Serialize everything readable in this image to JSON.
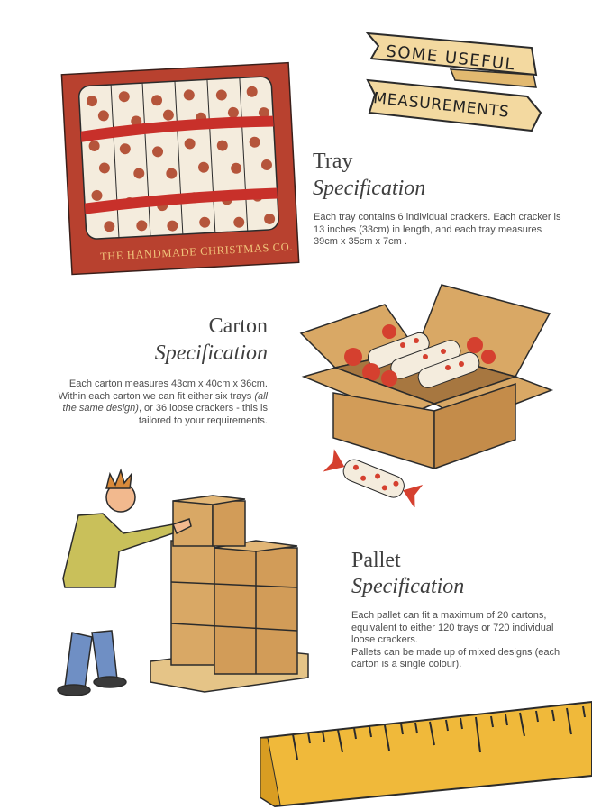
{
  "banner": {
    "line1": "SOME USEFUL",
    "line2": "MEASUREMENTS"
  },
  "tray_box": {
    "brand_text": "THE HANDMADE CHRISTMAS CO."
  },
  "sections": {
    "tray": {
      "title": "Tray",
      "subtitle": "Specification",
      "body": "Each tray contains 6 individual crackers. Each cracker is 13 inches (33cm) in length, and each tray measures 39cm x 35cm x 7cm ."
    },
    "carton": {
      "title": "Carton",
      "subtitle": "Specification",
      "body_part1": "Each carton measures 43cm x 40cm x 36cm. Within each carton we can fit either six trays ",
      "body_italic": "(all the same design)",
      "body_part2": ", or 36 loose crackers - this is tailored to your requirements."
    },
    "pallet": {
      "title": "Pallet",
      "subtitle": "Specification",
      "body_line1": "Each pallet can fit a maximum of 20 cartons, equivalent to either 120 trays or 720 individual loose crackers.",
      "body_line2": "Pallets can be made up of mixed designs (each carton is a single colour)."
    }
  },
  "colors": {
    "banner_fill": "#f3d9a0",
    "tray_red": "#b8412f",
    "cardboard": "#d9a865",
    "cracker_red": "#d5402f",
    "ruler_yellow": "#f0b93a",
    "shirt": "#c9c05a",
    "jeans": "#6f8fc4"
  }
}
